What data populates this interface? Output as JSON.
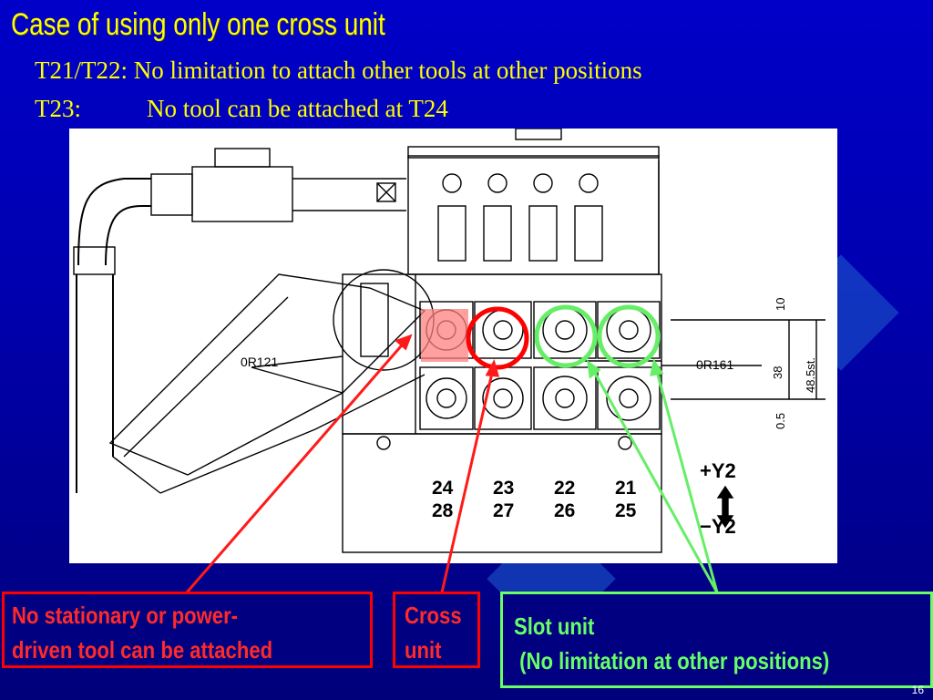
{
  "slide": {
    "title": "Case of using only one cross unit",
    "line1": "T21/T22: No limitation to attach other tools at other positions",
    "line2_label": "T23:",
    "line2_text": "No tool can be attached at T24",
    "page_number": "16"
  },
  "drawing": {
    "labels": {
      "or_left": "0R121",
      "or_right": "0R161",
      "dim_10": "10",
      "dim_38": "38",
      "dim_05": "0.5",
      "dim_48": "48.5st.",
      "plus_y2": "+Y2",
      "minus_y2": "−Y2"
    },
    "stations_top": [
      "24",
      "23",
      "22",
      "21"
    ],
    "stations_bottom": [
      "28",
      "27",
      "26",
      "25"
    ]
  },
  "callouts": {
    "no_tool_line1": "No stationary or power-",
    "no_tool_line2": "driven tool can be attached",
    "cross_line1": "Cross",
    "cross_line2": "unit",
    "slot_line1": "Slot unit",
    "slot_line2": " (No limitation at other positions)"
  },
  "colors": {
    "background": "#0000b8",
    "title": "#ffff00",
    "red_callout": "#ff0000",
    "green_callout": "#66ff66"
  }
}
